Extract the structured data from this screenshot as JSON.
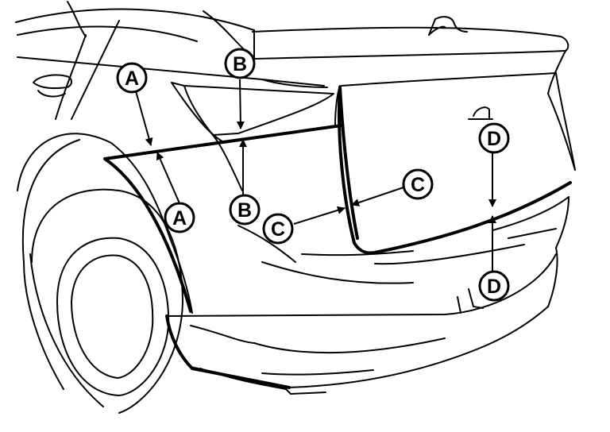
{
  "callouts": {
    "a_top": "A",
    "a_bottom": "A",
    "b_top": "B",
    "b_bottom": "B",
    "c_right": "C",
    "c_left": "C",
    "d_top": "D",
    "d_bottom": "D"
  }
}
